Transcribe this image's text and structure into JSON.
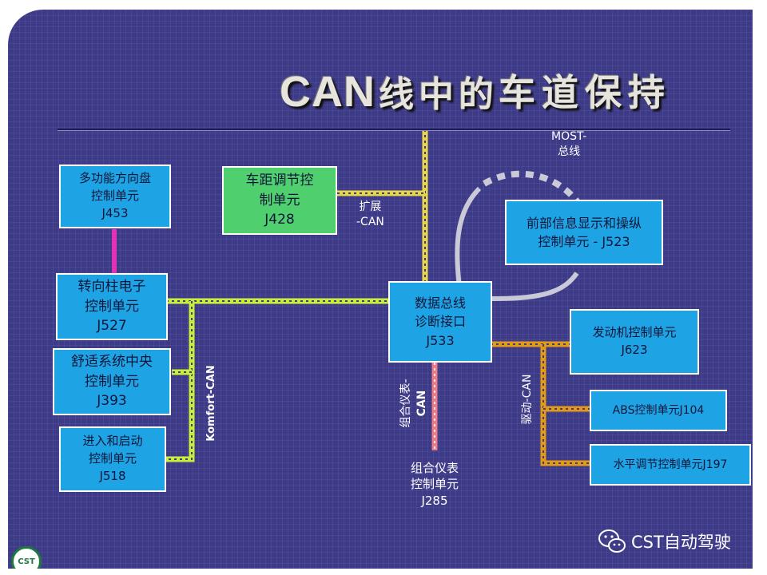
{
  "title": {
    "can": "CAN",
    "mid": "线中的",
    "emph": "车道保持"
  },
  "units": {
    "j453": [
      "多功能方向盘",
      "控制单元",
      "J453"
    ],
    "j428": [
      "车距调节控",
      "制单元",
      "J428"
    ],
    "j523": [
      "前部信息显示和操纵",
      "控制单元 - J523"
    ],
    "j527": [
      "转向柱电子",
      "控制单元",
      "J527"
    ],
    "j533": [
      "数据总线",
      "诊断接口",
      "J533"
    ],
    "j623": [
      "发动机控制单元",
      "J623"
    ],
    "j393": [
      "舒适系统中央",
      "控制单元",
      "J393"
    ],
    "j104": "ABS控制单元J104",
    "j518": [
      "进入和启动",
      "控制单元",
      "J518"
    ],
    "j197": "水平调节控制单元J197"
  },
  "bus_labels": {
    "most": [
      "MOST-",
      "总线"
    ],
    "extended": [
      "扩展",
      "-CAN"
    ],
    "comfort": "Komfort-CAN",
    "instrument": [
      "组合仪表-",
      "CAN"
    ],
    "drive": "驱动-CAN"
  },
  "instrument_unit": [
    "组合仪表",
    "控制单元",
    "J285"
  ],
  "watermark": "CST自动驾驶",
  "logo_text": "CST",
  "colors": {
    "background": "#3e3b86",
    "box_blue": "#1ea3e4",
    "box_green": "#4fcf6e",
    "comfort_bus": "#c8f03a",
    "extended_bus": "#e8d64a",
    "drive_bus": "#e59a14",
    "instrument_bus": "#f07a86",
    "most_bus": "#c9c9d8",
    "link": "#e231b5"
  }
}
